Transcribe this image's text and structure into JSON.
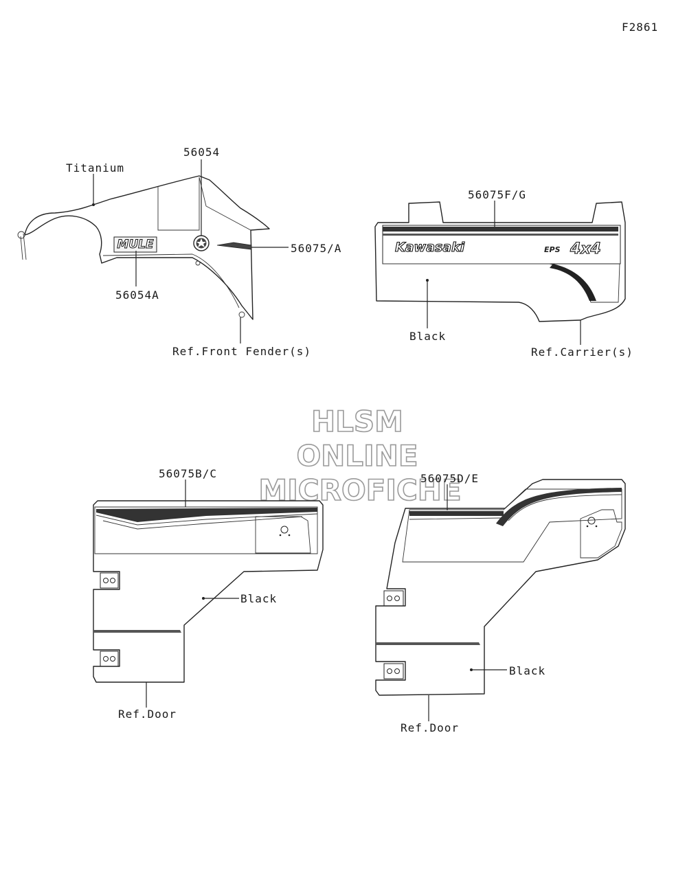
{
  "figure_id": "F2861",
  "watermark": {
    "line1": "HLSM",
    "line2": "ONLINE",
    "line3": "MICROFICHE"
  },
  "callouts": {
    "fender": {
      "part_top": "56054",
      "color_note": "Titanium",
      "part_side": "56075/A",
      "part_bottom": "56054A",
      "ref": "Ref.Front Fender(s)",
      "decal_text": "MULE"
    },
    "carrier": {
      "part": "56075F/G",
      "color_note": "Black",
      "ref": "Ref.Carrier(s)",
      "brand_text": "Kawasaki",
      "badge_text": "4x4",
      "eps_text": "EPS"
    },
    "door_left": {
      "part": "56075B/C",
      "color_note": "Black",
      "ref": "Ref.Door"
    },
    "door_right": {
      "part": "56075D/E",
      "color_note": "Black",
      "ref": "Ref.Door"
    }
  }
}
